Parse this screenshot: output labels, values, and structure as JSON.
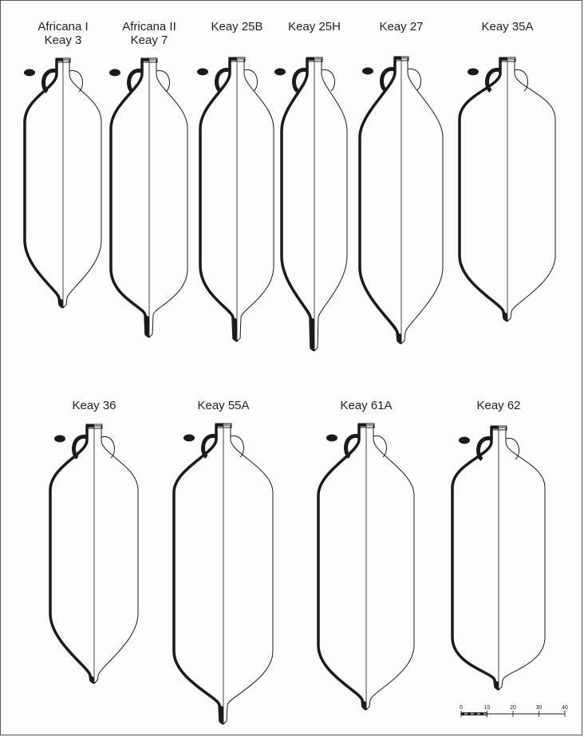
{
  "figure": {
    "amphorae": [
      {
        "id": "africana-1",
        "label": "Africana I\nKeay 3"
      },
      {
        "id": "africana-2",
        "label": "Africana II\nKeay 7"
      },
      {
        "id": "keay-25b",
        "label": "Keay 25B"
      },
      {
        "id": "keay-25h",
        "label": "Keay 25H"
      },
      {
        "id": "keay-27",
        "label": "Keay 27"
      },
      {
        "id": "keay-35a",
        "label": "Keay 35A"
      },
      {
        "id": "keay-36",
        "label": "Keay 36"
      },
      {
        "id": "keay-55a",
        "label": "Keay 55A"
      },
      {
        "id": "keay-61a",
        "label": "Keay 61A"
      },
      {
        "id": "keay-62",
        "label": "Keay 62"
      }
    ],
    "scale_bar": {
      "ticks": [
        "0",
        "10",
        "20",
        "30",
        "40"
      ]
    },
    "colors": {
      "ink": "#1a1a1a",
      "paper": "#ffffff"
    }
  }
}
